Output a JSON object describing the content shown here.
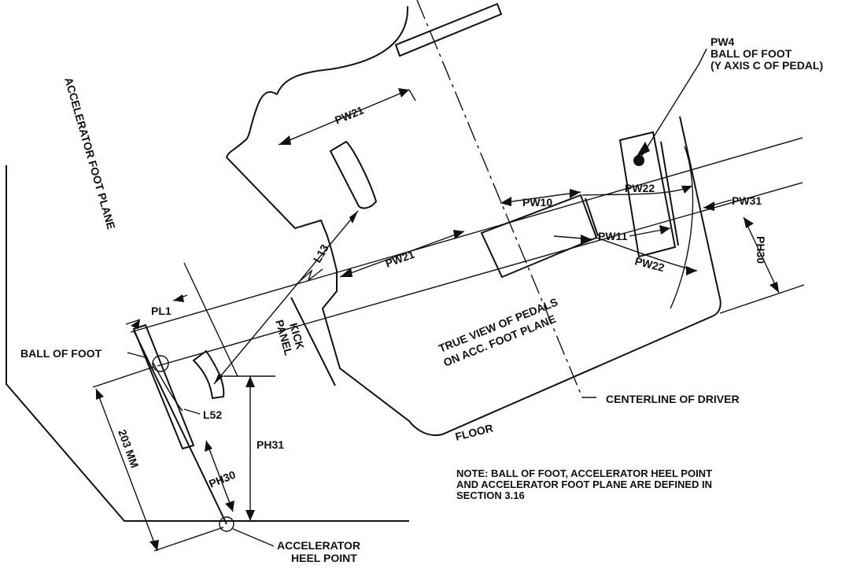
{
  "labels": {
    "pw4_a": "PW4",
    "pw4_b": "BALL OF FOOT",
    "pw4_c": "(Y AXIS C OF PEDAL)",
    "pw21_top": "PW21",
    "pw21_mid": "PW21",
    "pw10": "PW10",
    "pw22_top": "PW22",
    "pw22_bot": "PW22",
    "pw11": "PW11",
    "pw31": "PW31",
    "ph30_right": "PH30",
    "accel_foot_plane": "ACCELERATOR FOOT PLANE",
    "l13": "L13",
    "pl1": "PL1",
    "kick": "KICK",
    "panel": "PANEL",
    "true_view_1": "TRUE VIEW OF PEDALS",
    "true_view_2": "ON ACC. FOOT PLANE",
    "ball_of_foot": "BALL OF FOOT",
    "l52": "L52",
    "ph31": "PH31",
    "ph30_left": "PH30",
    "dim_203": "203 MM",
    "centerline": "CENTERLINE OF DRIVER",
    "floor": "FLOOR",
    "note_1": "NOTE: BALL OF FOOT, ACCELERATOR HEEL POINT",
    "note_2": "AND ACCELERATOR FOOT PLANE ARE DEFINED IN",
    "note_3": "SECTION 3.16",
    "heel_1": "ACCELERATOR",
    "heel_2": "HEEL POINT"
  }
}
